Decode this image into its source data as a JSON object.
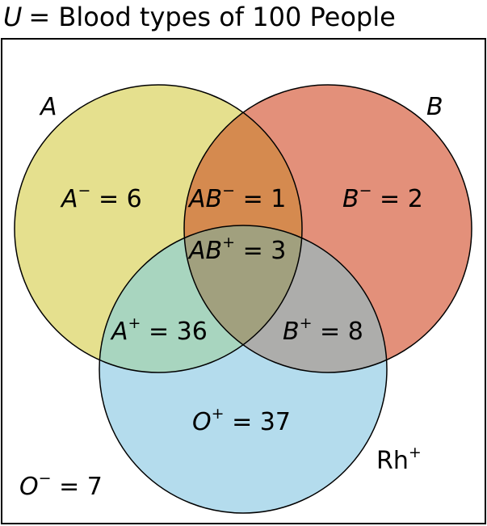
{
  "title": {
    "var": "U",
    "text": "= Blood types of 100 People"
  },
  "sets": {
    "a": {
      "label": "A",
      "color": "#e5e08e"
    },
    "b": {
      "label": "B",
      "color": "#e3907a"
    },
    "rh": {
      "label": "Rh",
      "sup": "+",
      "color": "#b4dced"
    }
  },
  "regions": {
    "a_neg": {
      "var": "A",
      "sup": "−",
      "text": " = 6"
    },
    "ab_neg": {
      "var": "AB",
      "sup": "−",
      "text": " = 1"
    },
    "b_neg": {
      "var": "B",
      "sup": "−",
      "text": " = 2"
    },
    "ab_pos": {
      "var": "AB",
      "sup": "+",
      "text": " = 3"
    },
    "a_pos": {
      "var": "A",
      "sup": "+",
      "text": " = 36"
    },
    "b_pos": {
      "var": "B",
      "sup": "+",
      "text": " = 8"
    },
    "o_pos": {
      "var": "O",
      "sup": "+",
      "text": " = 37"
    },
    "o_neg": {
      "var": "O",
      "sup": "−",
      "text": " = 7"
    }
  },
  "overlap_colors": {
    "ab": "#d58a4f",
    "a_rh": "#a8d5bf",
    "b_rh": "#adadab",
    "ab_rh": "#a1a07e"
  }
}
